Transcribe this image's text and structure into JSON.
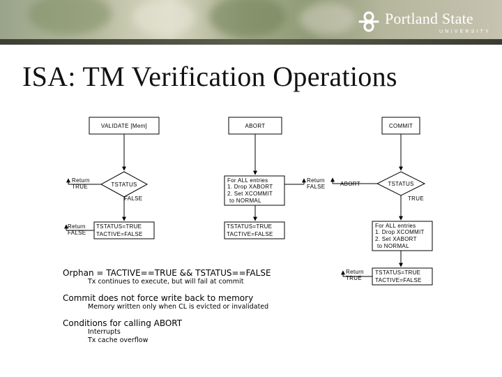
{
  "header": {
    "logo_name": "Portland State",
    "logo_sub": "UNIVERSITY",
    "logo_icon": "psu-logo-icon"
  },
  "title": "ISA: TM Verification Operations",
  "diagrams": {
    "validate": {
      "start": "VALIDATE [Mem]",
      "decision": "TSTATUS",
      "false_label": "FALSE",
      "return_true": [
        "Return",
        "TRUE"
      ],
      "return_false": [
        "Return",
        "FALSE"
      ],
      "action": [
        "TSTATUS=TRUE",
        "TACTIVE=FALSE"
      ]
    },
    "abort": {
      "start": "ABORT",
      "process": [
        "For ALL entries",
        "1. Drop XABORT",
        "2. Set XCOMMIT",
        "to NORMAL"
      ],
      "action": [
        "TSTATUS=TRUE",
        "TACTIVE=FALSE"
      ],
      "return_false": [
        "Return",
        "FALSE"
      ]
    },
    "commit": {
      "start": "COMMIT",
      "decision": "TSTATUS",
      "abort_label": "ABORT",
      "true_label": "TRUE",
      "process": [
        "For ALL entries",
        "1. Drop XCOMMIT",
        "2. Set XABORT",
        "to NORMAL"
      ],
      "return_true": [
        "Return",
        "TRUE"
      ],
      "action": [
        "TSTATUS=TRUE",
        "TACTIVE=FALSE"
      ]
    }
  },
  "notes": [
    {
      "head": "Orphan = TACTIVE==TRUE && TSTATUS==FALSE",
      "subs": [
        "Tx continues to execute, but will fail at commit"
      ]
    },
    {
      "head": "Commit does not force write back to memory",
      "subs": [
        "Memory written only when CL is evicted or invalidated"
      ]
    },
    {
      "head": "Conditions for calling ABORT",
      "subs": [
        "Interrupts",
        "Tx cache overflow"
      ]
    }
  ]
}
